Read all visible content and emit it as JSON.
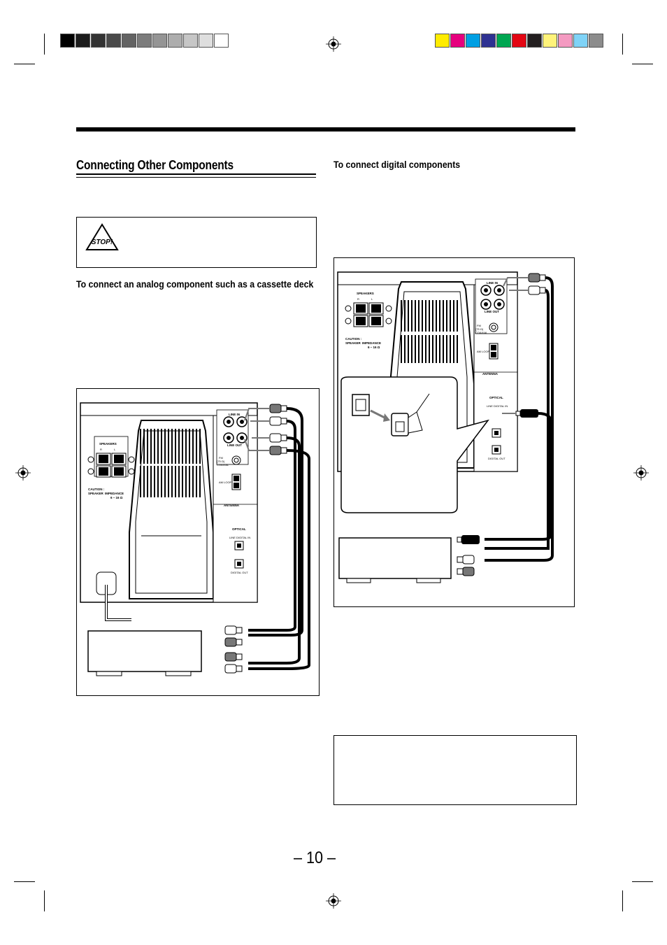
{
  "page": {
    "title": "Connecting Other Components",
    "section_analog_heading": "To connect an analog component such as a cassette deck",
    "section_digital_heading": "To connect digital components",
    "stop_label": "STOP!",
    "page_number": "– 10 –"
  },
  "diagram_labels": {
    "speakers": "SPEAKERS",
    "r": "R",
    "l": "L",
    "caution": "CAUTION :",
    "speaker": "SPEAKER",
    "impedance": "IMPEDANCE",
    "impedance_value": "6 – 16 Ω",
    "line_in": "LINE IN",
    "line_out": "LINE OUT",
    "fm": "FM",
    "fm_ohm": "(75 Ω)",
    "coaxial": "COAXIAL",
    "am_loop": "AM LOOP",
    "antenna": "ANTENNA",
    "optical": "OPTICAL",
    "line_digital_in": "LINE DIGITAL IN",
    "digital_out": "DIGITAL OUT"
  },
  "colors": {
    "black_swatches": [
      "#000000",
      "#1c1c1c",
      "#333333",
      "#4a4a4a",
      "#636363",
      "#7c7c7c",
      "#959595",
      "#adadad",
      "#c6c6c6",
      "#dedede",
      "#ffffff"
    ],
    "color_swatches": [
      "#ffec00",
      "#e6007e",
      "#009fe3",
      "#2e3192",
      "#00a651",
      "#e30613",
      "#231f20",
      "#fff37a",
      "#f49ac1",
      "#7fd3f7",
      "#8c8c8c"
    ]
  }
}
